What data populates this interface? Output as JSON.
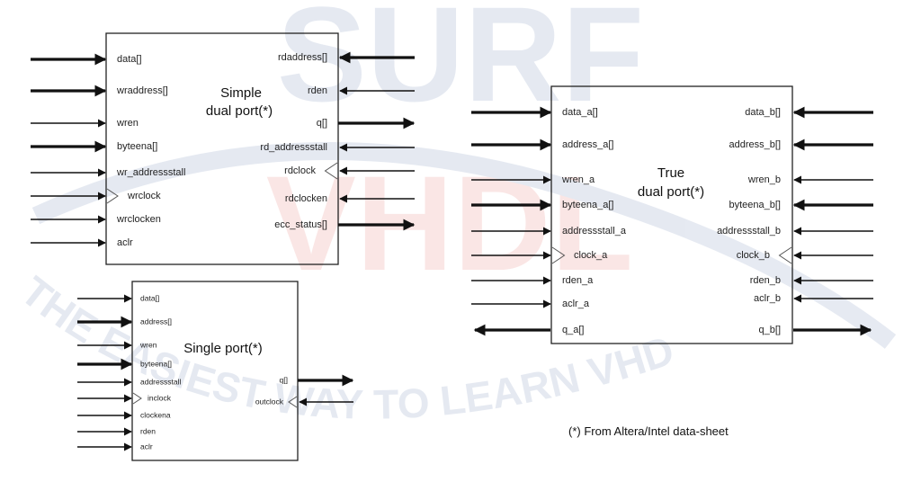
{
  "watermark": {
    "top_text": "SURF",
    "mid_text": "VHDL",
    "arc_text": "THE EASIEST WAY TO LEARN VHDL",
    "color_red": "#e0483c",
    "color_blue": "#3d5f9b"
  },
  "simple_dual_port": {
    "title_line1": "Simple",
    "title_line2": "dual port(*)",
    "left_pins": [
      "data[]",
      "wraddress[]",
      "wren",
      "byteena[]",
      "wr_addressstall",
      "wrclock",
      "wrclocken",
      "aclr"
    ],
    "right_pins": [
      "rdaddress[]",
      "rden",
      "q[]",
      "rd_addressstall",
      "rdclock",
      "rdclocken",
      "ecc_status[]"
    ]
  },
  "single_port": {
    "title": "Single port(*)",
    "left_pins": [
      "data[]",
      "address[]",
      "wren",
      "byteena[]",
      "addressstall",
      "inclock",
      "clockena",
      "rden",
      "aclr"
    ],
    "right_pins": [
      "q[]",
      "outclock"
    ]
  },
  "true_dual_port": {
    "title_line1": "True",
    "title_line2": "dual port(*)",
    "left_pins": [
      "data_a[]",
      "address_a[]",
      "wren_a",
      "byteena_a[]",
      "addressstall_a",
      "clock_a",
      "rden_a",
      "aclr_a",
      "q_a[]"
    ],
    "right_pins": [
      "data_b[]",
      "address_b[]",
      "wren_b",
      "byteena_b[]",
      "addressstall_b",
      "clock_b",
      "rden_b",
      "aclr_b",
      "q_b[]"
    ]
  },
  "footnote": "(*) From Altera/Intel data-sheet"
}
